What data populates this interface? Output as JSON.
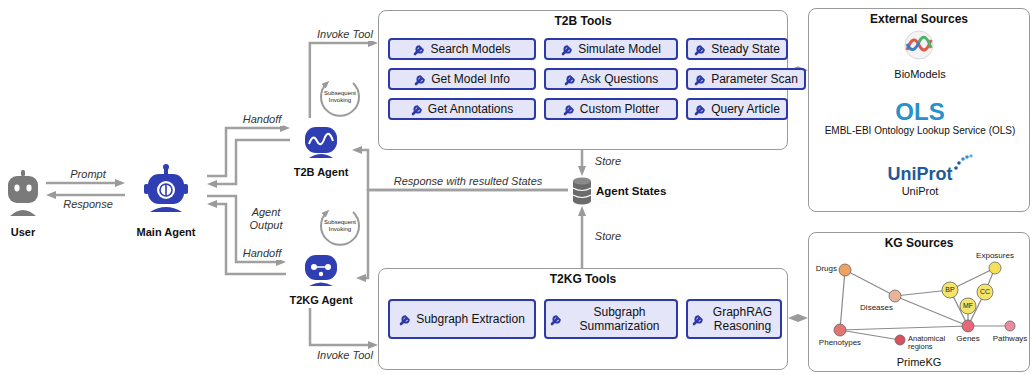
{
  "diagram": {
    "nodes": [
      {
        "text": [
          "User"
        ]
      },
      {
        "text": [
          "Main Agent"
        ]
      },
      {
        "text": [
          "T2B Agent"
        ]
      },
      {
        "text": [
          "T2KG Agent"
        ]
      },
      {
        "text": [
          "T2B Tools"
        ]
      },
      {
        "text": [
          "Search Models"
        ],
        "in": 4
      },
      {
        "text": [
          "Simulate Model"
        ],
        "in": 4
      },
      {
        "text": [
          "Steady State"
        ],
        "in": 4
      },
      {
        "text": [
          "Get Model Info"
        ],
        "in": 4
      },
      {
        "text": [
          "Ask Questions"
        ],
        "in": 4
      },
      {
        "text": [
          "Parameter Scan"
        ],
        "in": 4
      },
      {
        "text": [
          "Get Annotations"
        ],
        "in": 4
      },
      {
        "text": [
          "Custom Plotter"
        ],
        "in": 4
      },
      {
        "text": [
          "Query Article"
        ],
        "in": 4
      },
      {
        "text": [
          "Agent States"
        ]
      },
      {
        "text": [
          "T2KG Tools"
        ]
      },
      {
        "text": [
          "Subgraph Extraction"
        ],
        "in": 15
      },
      {
        "text": [
          "Subgraph Summarization"
        ],
        "in": 15
      },
      {
        "text": [
          "GraphRAG Reasoning"
        ],
        "in": 15
      },
      {
        "text": [
          "External Sources"
        ]
      },
      {
        "text": [
          "BioModels"
        ],
        "in": 19
      },
      {
        "text": [
          "OLS",
          "EMBL-EBI Ontology Lookup Service (OLS)"
        ],
        "in": 19
      },
      {
        "text": [
          "UniProt",
          "UniProt"
        ],
        "in": 19
      },
      {
        "text": [
          "KG Sources",
          "PrimeKG"
        ]
      }
    ],
    "edges": [
      {
        "from": 0,
        "to": 1,
        "label": "Prompt",
        "arrow": "to"
      },
      {
        "from": 1,
        "to": 0,
        "label": "Response",
        "arrow": "to"
      },
      {
        "from": 1,
        "to": 2,
        "label": "Handoff",
        "arrow": "to"
      },
      {
        "from": 1,
        "to": 3,
        "label": "Handoff",
        "arrow": "to"
      },
      {
        "from": 2,
        "to": 1,
        "label": "Agent Output",
        "arrow": "to"
      },
      {
        "from": 3,
        "to": 1,
        "arrow": "to"
      },
      {
        "from": 2,
        "to": 4,
        "label": "Invoke Tool",
        "arrow": "to"
      },
      {
        "from": 14,
        "to": 2,
        "label": "Response with resulted States",
        "arrow": "to"
      },
      {
        "from": 14,
        "to": 3,
        "arrow": "to"
      },
      {
        "from": 4,
        "to": 14,
        "label": "Store",
        "arrow": "to"
      },
      {
        "from": 3,
        "to": 15,
        "label": "Invoke Tool",
        "arrow": "to"
      },
      {
        "from": 15,
        "to": 14,
        "label": "Store",
        "arrow": "to"
      },
      {
        "from": 4,
        "to": 19,
        "arrow": "both"
      },
      {
        "from": 15,
        "to": 23,
        "arrow": "both"
      }
    ],
    "labels": [
      "Subsequent Invoking",
      "Subsequent Invoking",
      "Drugs",
      "Exposures",
      "Diseases",
      "BP",
      "CC",
      "MF",
      "Phenotypes",
      "Genes",
      "Anatomical regions",
      "Pathways"
    ]
  }
}
